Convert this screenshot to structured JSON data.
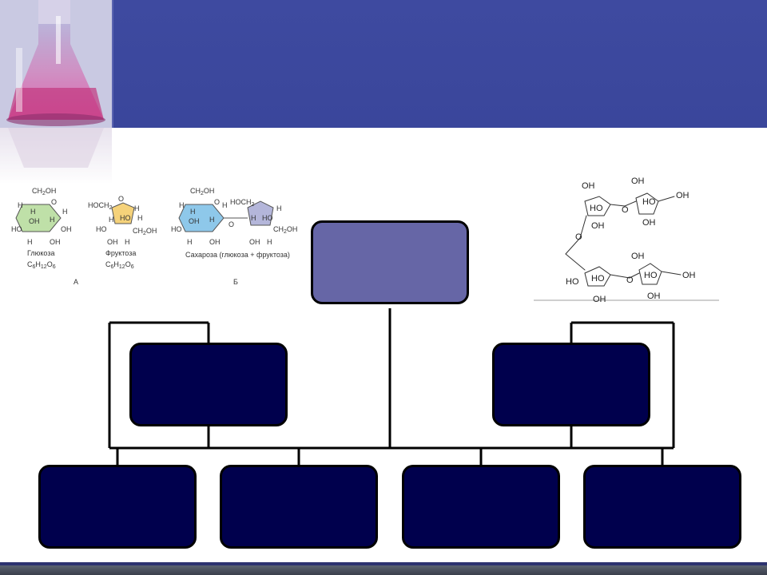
{
  "colors": {
    "header": "#3e4aa0",
    "box_dark": "#00004d",
    "box_top": "#6666a6",
    "connector": "#000000"
  },
  "chem_left": {
    "glucose": {
      "name": "Глюкоза",
      "formula_main": "C",
      "formula_sub1": "6",
      "formula_h": "H",
      "formula_sub2": "12",
      "formula_o": "O",
      "formula_sub3": "6",
      "ch2oh": "CH",
      "ch2oh_sub": "2",
      "ch2oh_end": "OH"
    },
    "fructose": {
      "name": "Фруктоза",
      "formula_main": "C",
      "formula_sub1": "6",
      "formula_h": "H",
      "formula_sub2": "12",
      "formula_o": "O",
      "formula_sub3": "6"
    },
    "sucrose": {
      "name": "Сахароза (глюкоза + фруктоза)"
    },
    "label_a": "А",
    "label_b": "Б",
    "atoms": {
      "h": "H",
      "oh": "OH",
      "ho": "HO",
      "o": "O",
      "hoch2": "HOCH",
      "ch2oh": "CH",
      "sub2": "2"
    }
  },
  "chem_right": {
    "atoms": {
      "oh": "OH",
      "ho": "HO",
      "o": "O"
    }
  },
  "boxes": {
    "top": "",
    "left": "",
    "right": "",
    "b1": "",
    "b2": "",
    "b3": "",
    "b4": ""
  }
}
